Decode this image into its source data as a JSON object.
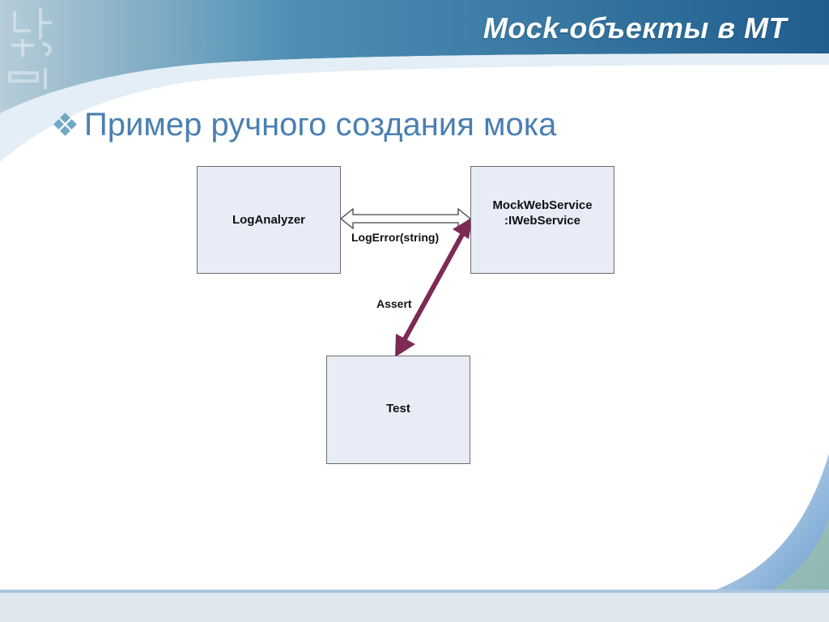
{
  "slide": {
    "title": "Mock-объекты в МТ",
    "bullet": "Пример ручного создания мока"
  },
  "diagram": {
    "nodes": [
      {
        "id": "loganalyzer",
        "lines": [
          "LogAnalyzer"
        ]
      },
      {
        "id": "mockwebservice",
        "lines": [
          "MockWebService",
          ":IWebService"
        ]
      },
      {
        "id": "test",
        "lines": [
          "Test"
        ]
      }
    ],
    "edges": [
      {
        "from": "loganalyzer",
        "to": "mockwebservice",
        "label": "LogError(string)",
        "style": "hollow-double-arrow"
      },
      {
        "from": "test",
        "to": "mockwebservice",
        "label": "Assert",
        "style": "solid-double-arrow"
      }
    ]
  },
  "colors": {
    "title_bar": "#2e6fa0",
    "bullet_text": "#4a7fb2",
    "box_fill": "#e7ecf7",
    "assert_arrow": "#7d2a55"
  }
}
